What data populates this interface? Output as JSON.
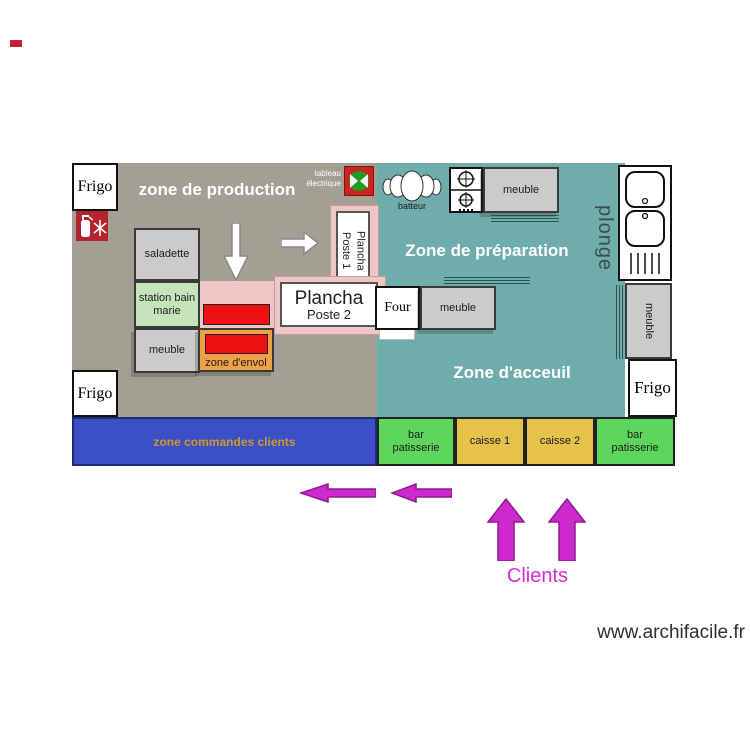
{
  "zones": {
    "production": "zone de production",
    "preparation": "Zone de préparation",
    "accueil": "Zone d'acceuil",
    "commandes": "zone commandes clients"
  },
  "labels": {
    "frigo": "Frigo",
    "four": "Four",
    "meuble": "meuble",
    "saladette": "saladette",
    "station_bain_marie": "station bain marie",
    "zone_envol": "zone d'envol",
    "plancha": "Plancha",
    "poste1": "Poste 1",
    "poste2": "Poste 2",
    "tableau_electrique": "tableau électrique",
    "batteur": "batteur",
    "plonge": "plonge",
    "bar_patisserie": "bar patisserie",
    "caisse1": "caisse 1",
    "caisse2": "caisse 2"
  },
  "annotations": {
    "clients": "Clients",
    "watermark": "www.archifacile.fr"
  },
  "icons": {
    "fire_extinguisher": "fire-extinguisher-icon",
    "electrical_panel": "electrical-panel-icon",
    "mixer": "mixer-icon",
    "stove": "stove-icon",
    "sink": "sink-icon",
    "flow_arrows": "white flow arrows (down, right)",
    "client_arrows": "magenta arrows (left x2, up x2)"
  },
  "colors": {
    "production_bg": "#a49f93",
    "preparation_bg": "#6fadad",
    "commandes_bg": "#3d4fc4",
    "commandes_text": "#c8992e",
    "bar_green": "#5cd65c",
    "caisse_yellow": "#e5c34b",
    "pink": "#efc6c6",
    "envol_orange": "#ef9f45",
    "red_equipment": "#ee1111",
    "station_green": "#c5e4ba",
    "magenta": "#cd29cd"
  }
}
